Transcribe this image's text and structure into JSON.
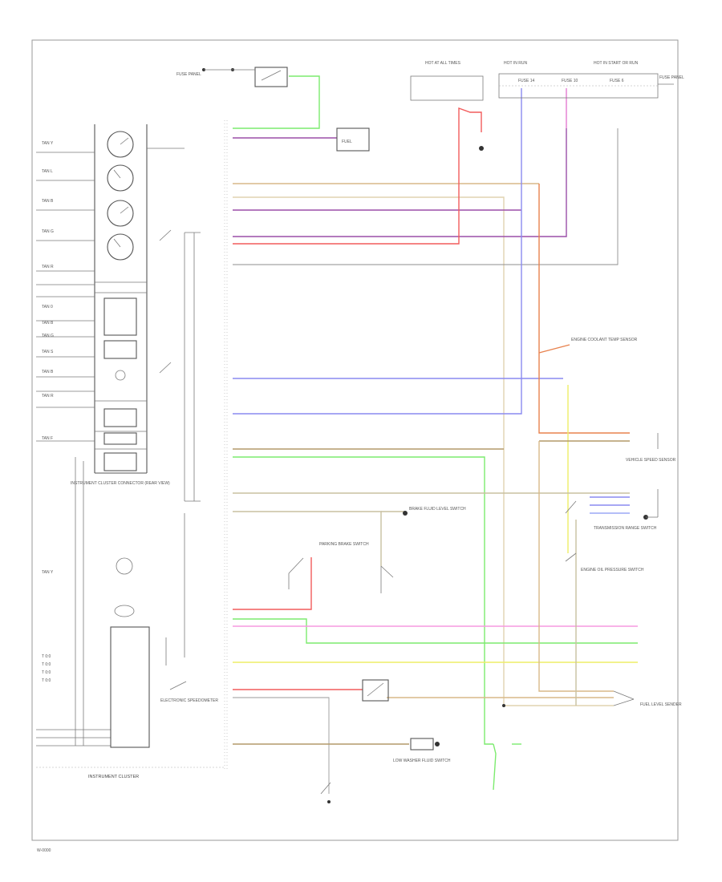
{
  "diagram": {
    "cluster_caption": "INSTRUMENT CLUSTER",
    "pcm_caption": "INSTRUMENT CLUSTER CONNECTOR (REAR VIEW)",
    "electronic_speedometer_label": "ELECTRONIC SPEEDOMETER",
    "footer_code": "W-0000",
    "left_pins": [
      "TAN Y",
      "TAN L",
      "TAN B",
      "TAN G",
      "TAN R",
      "TAN 0",
      "TAN B",
      "TAN G",
      "TAN S",
      "TAN B",
      "TAN R",
      "TAN F",
      "TAN Y",
      "T 0:0",
      "T 0:0",
      "T 0:0",
      "T 0:0"
    ],
    "top_labels": [
      "FUSE PANEL",
      "HOT AT ALL TIMES",
      "HOT IN RUN",
      "HOT IN START OR RUN",
      "FUSE 14",
      "FUSE 10",
      "FUSE 6",
      "FUSE PANEL"
    ],
    "right_labels": [
      "ENGINE COOLANT TEMP SENSOR",
      "VEHICLE SPEED SENSOR",
      "TRANSMISSION RANGE SWITCH",
      "ENGINE OIL PRESSURE SWITCH",
      "FUEL LEVEL SENDER",
      "BRAKE FLUID LEVEL SWITCH",
      "PARKING BRAKE SWITCH",
      "LOW WASHER FLUID SWITCH"
    ],
    "wire_colors": {
      "green": "#7CEB6E",
      "purple": "#9B4FA8",
      "red": "#F25C5C",
      "pink": "#F59AE0",
      "orange": "#E8824E",
      "tan": "#D9B988",
      "yellow": "#EEEE66",
      "blue": "#8A8AF0",
      "light_blue": "#9CA8F5",
      "olive": "#C8C0A0",
      "brown": "#B39A6A",
      "gray": "#8E8E8E",
      "lavender": "#C7A6E8"
    },
    "icons": [
      "gauge-icon",
      "switch-icon",
      "ground-icon",
      "connector-icon",
      "lamp-icon"
    ]
  }
}
